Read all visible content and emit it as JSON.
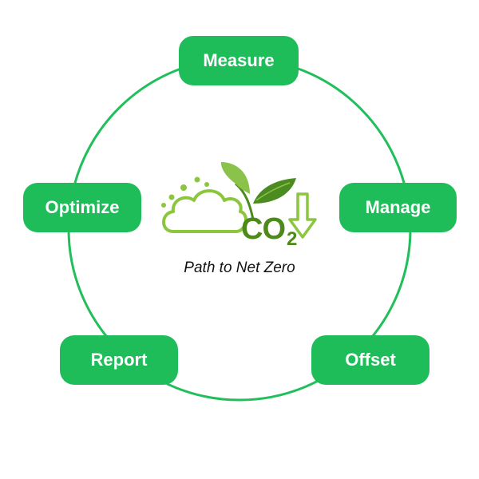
{
  "steps": {
    "measure": "Measure",
    "manage": "Manage",
    "offset": "Offset",
    "report": "Report",
    "optimize": "Optimize"
  },
  "logo": {
    "co2_main": "CO",
    "co2_sub": "2",
    "tagline": "Path to Net Zero"
  },
  "colors": {
    "accent": "#1fbd5a",
    "ring": "#21bf5b",
    "leaf_light": "#8bc34a",
    "leaf_dark": "#4c8b1f",
    "co2_text": "#4d8a1a",
    "cloud": "#8cc63f"
  },
  "icons": {
    "cloud": "cloud-icon",
    "leaves": "leaf-icon",
    "down_arrow": "down-arrow-icon"
  }
}
